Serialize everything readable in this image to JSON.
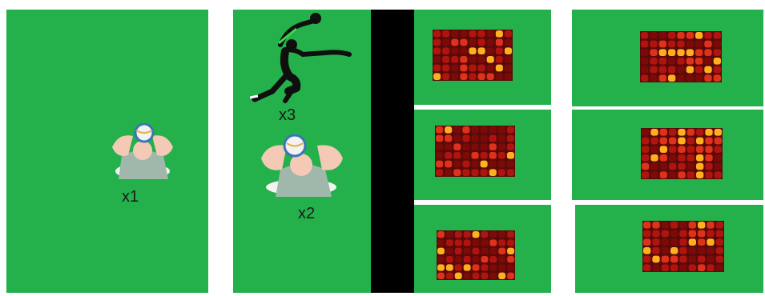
{
  "labels": {
    "x1": "x1",
    "x2": "x2",
    "x3": "x3"
  },
  "colors": {
    "court": "#24b04b",
    "net": "#000000",
    "gap": "#ffffff"
  },
  "icons": {
    "setter_left": "volleyball-setter-icon",
    "setter_mid": "volleyball-setter-icon",
    "spiker": "volleyball-spiker-icon",
    "heatmap": "heatmap-tile"
  }
}
